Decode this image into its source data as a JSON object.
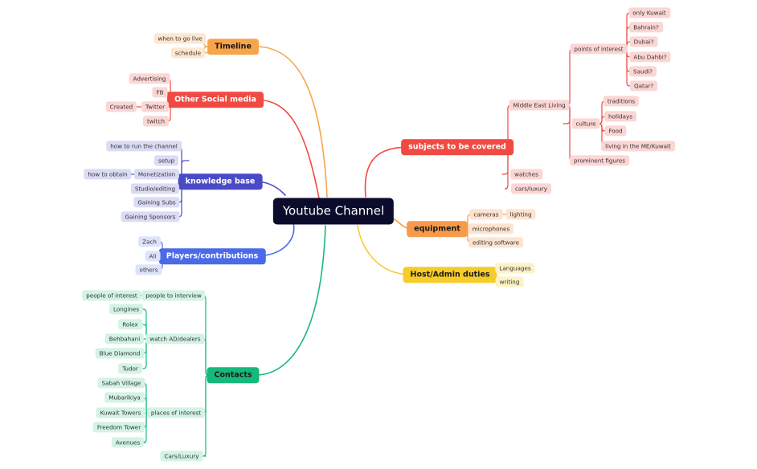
{
  "root": {
    "label": "Youtube Channel"
  },
  "colors": {
    "root_bg": "#0b0b2b",
    "timeline": "#f7a54a",
    "timeline_light": "#fde7d0",
    "social": "#f04a42",
    "social_light": "#fbd6d4",
    "knowledge": "#4a4ac8",
    "knowledge_light": "#dadcf5",
    "players": "#4a6ae8",
    "players_light": "#dde3fb",
    "contacts": "#16b97a",
    "contacts_light": "#d3f3e5",
    "subjects": "#f04a42",
    "subjects_light": "#fbd6d4",
    "equipment": "#f79a4a",
    "equipment_light": "#fde3cf",
    "host": "#f5cc2a",
    "host_light": "#fdf2c6"
  },
  "branches": {
    "timeline": {
      "label": "Timeline",
      "children": [
        "when to go live",
        "schedule"
      ]
    },
    "social": {
      "label": "Other Social media",
      "children": [
        "Advertising",
        "FB",
        "Twitter",
        "twitch"
      ],
      "twitter_children": [
        "Created"
      ]
    },
    "knowledge": {
      "label": "knowledge base",
      "children": [
        "how to run the channel",
        "setup",
        "Monetization",
        "Studio/editing",
        "Gaining Subs",
        "Gaining Sponsors"
      ],
      "monetization_children": [
        "how to obtain"
      ]
    },
    "players": {
      "label": "Players/contributions",
      "children": [
        "Zach",
        "Ali",
        "others"
      ]
    },
    "contacts": {
      "label": "Contacts",
      "interview": {
        "label": "people to interview",
        "children": [
          "people of interest"
        ]
      },
      "dealers": {
        "label": "watch AD/dealers",
        "children": [
          "Longines",
          "Rolex",
          "Behbahani",
          "Blue Diamond",
          "Tudor"
        ]
      },
      "places": {
        "label": "places of interest",
        "children": [
          "Sabah Village",
          "Mubarikiya",
          "Kuwait Towers",
          "Freedom Tower",
          "Avenues"
        ]
      },
      "cars": {
        "label": "Cars/Luxury"
      }
    },
    "subjects": {
      "label": "subjects to be covered",
      "middle_east": {
        "label": "Middle East Living",
        "points": {
          "label": "points of interest",
          "children": [
            "only Kuwait",
            "Bahrain?",
            "Dubai?",
            "Abu Dahbi?",
            "Saudi?",
            "Qatar?"
          ]
        },
        "culture": {
          "label": "culture",
          "children": [
            "traditions",
            "holidays",
            "Food",
            "living in the ME/Kuwait"
          ]
        },
        "figures": {
          "label": "prominent figures"
        }
      },
      "watches": {
        "label": "watches"
      },
      "cars": {
        "label": "cars/luxury"
      }
    },
    "equipment": {
      "label": "equipment",
      "children": [
        "cameras",
        "microphones",
        "editing software"
      ],
      "camera_children": [
        "lighting"
      ]
    },
    "host": {
      "label": "Host/Admin duties",
      "children": [
        "Languages",
        "writing"
      ]
    }
  }
}
